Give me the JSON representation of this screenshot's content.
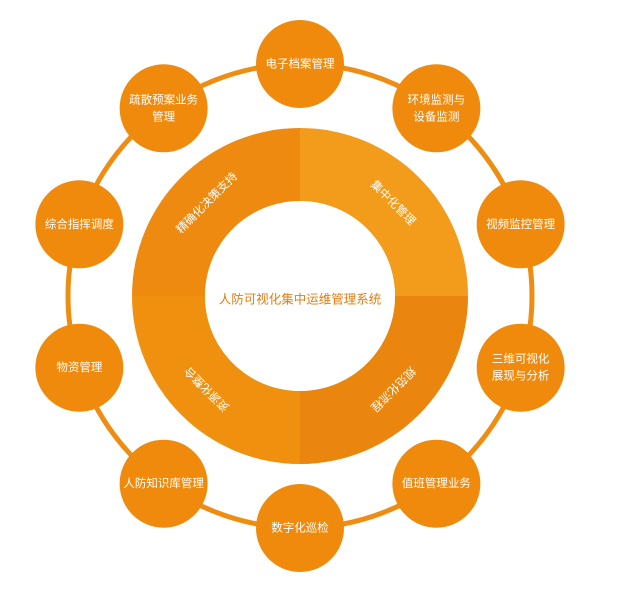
{
  "colors": {
    "ring": "#ef8d13",
    "node": "#ef8a0c",
    "segment_a": "#ee8a10",
    "segment_b": "#f39b1a",
    "segment_c": "#f0900f",
    "segment_d": "#ea860d",
    "center_text": "#e07d10",
    "label": "#ffffff"
  },
  "center": {
    "label": "人防可视化集中运维管理系统"
  },
  "segments": [
    {
      "label": "精确化决策支持",
      "color": "#ee8a10"
    },
    {
      "label": "集中化管理",
      "color": "#f39b1a"
    },
    {
      "label": "规范化流程",
      "color": "#ea860d"
    },
    {
      "label": "资源化整合",
      "color": "#f0900f"
    }
  ],
  "nodes": [
    {
      "lines": [
        "电子档案管理"
      ],
      "icon": ""
    },
    {
      "lines": [
        "环境监测与",
        "设备监测"
      ]
    },
    {
      "lines": [
        "视频监控管理"
      ]
    },
    {
      "lines": [
        "三维可视化",
        "展现与分析"
      ]
    },
    {
      "lines": [
        "值班管理业务"
      ]
    },
    {
      "lines": [
        "数字化巡检"
      ]
    },
    {
      "lines": [
        "人防知识库管理"
      ]
    },
    {
      "lines": [
        "物资管理"
      ]
    },
    {
      "lines": [
        "综合指挥调度"
      ]
    },
    {
      "lines": [
        "疏散预案业务",
        "管理"
      ]
    }
  ]
}
